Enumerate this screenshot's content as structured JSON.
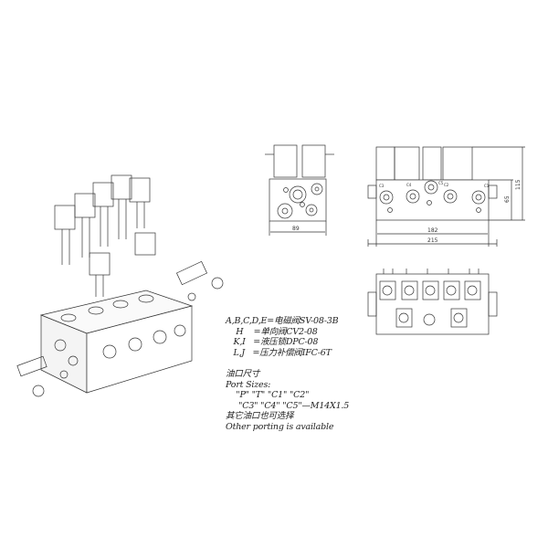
{
  "legend": {
    "lines": [
      "A,B,C,D,E=电磁阀SV-08-3B",
      "    H    =单向阀CV2-08",
      "   K,I   =液压锁DPC-08",
      "   L,J   =压力补偿阀IFC-6T"
    ],
    "ports_title_cn": "油口尺寸",
    "ports_title_en": "Port Sizes:",
    "ports_line1": "    \"P\" \"T\" \"C1\" \"C2\"",
    "ports_line2": "     \"C3\" \"C4\" \"C5\"—M14X1.5",
    "other_cn": "其它油口也可选择",
    "other_en": "Other porting is available"
  },
  "dimensions": {
    "side_width": "89",
    "front_inner": "182",
    "front_total": "215",
    "height_body": "65",
    "height_total": "115"
  },
  "port_labels": [
    "C3",
    "C4",
    "C5",
    "C2",
    "C1"
  ]
}
